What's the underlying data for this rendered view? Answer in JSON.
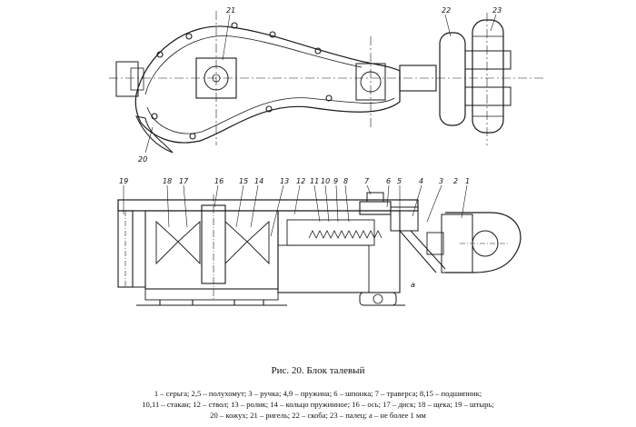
{
  "top_view_callouts": [
    "21",
    "22",
    "23",
    "20"
  ],
  "side_view_callouts": [
    "19",
    "18",
    "17",
    "16",
    "15",
    "14",
    "13",
    "12",
    "11",
    "10",
    "9",
    "8",
    "7",
    "6",
    "5",
    "4",
    "3",
    "2",
    "1",
    "a"
  ],
  "caption": {
    "title": "Рис. 20. Блок талевый",
    "legend_lines": [
      "1 – серьга; 2,5 – полухомут; 3 – ручка; 4,9 – пружина; 6 – шпонка; 7 – траверса; 8,15 – подшипник;",
      "10,11 – стакан; 12 – ствол; 13 – ролик; 14 – кольцо пружинное; 16 – ось; 17 – диск; 18 – щека; 19 – штырь;",
      "20 – кожух; 21 – ригель; 22 – скоба; 23 – палец; а – не более 1 мм"
    ]
  }
}
